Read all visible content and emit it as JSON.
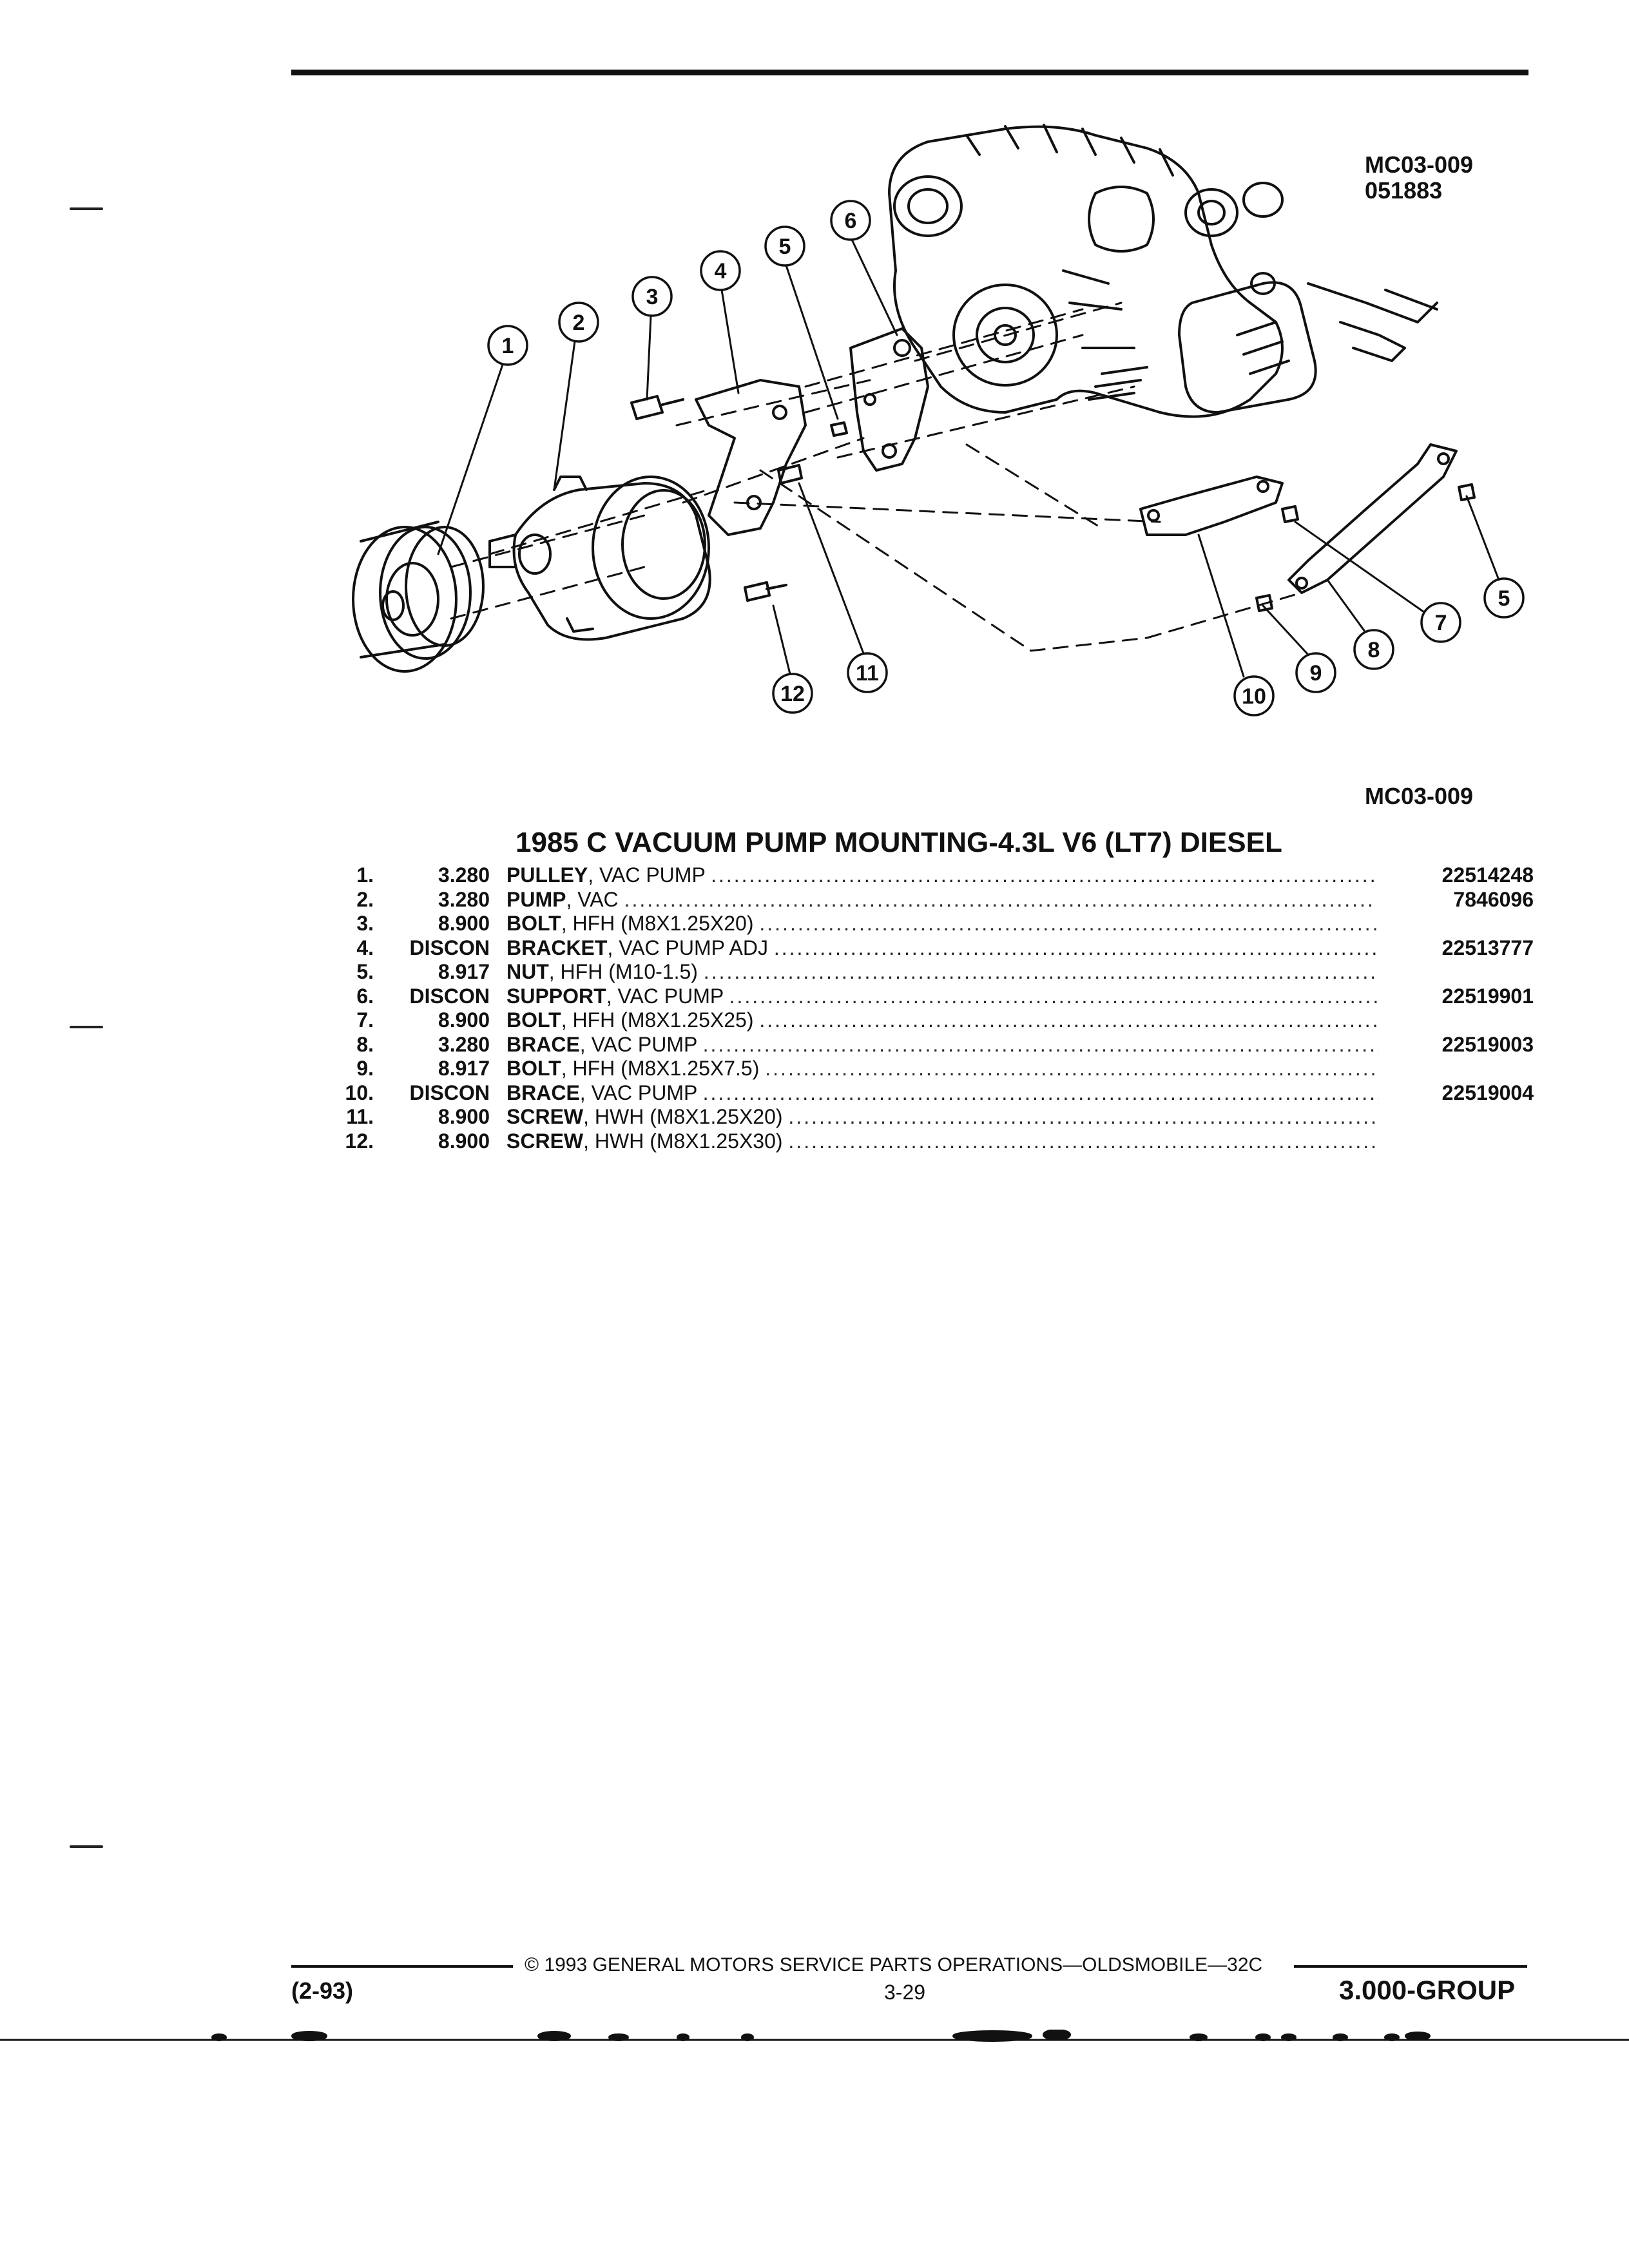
{
  "figure": {
    "ref_code": "MC03-009",
    "ref_date": "051883",
    "caption_code": "MC03-009",
    "callouts": [
      "1",
      "2",
      "3",
      "4",
      "5",
      "6",
      "7",
      "8",
      "9",
      "10",
      "11",
      "12"
    ]
  },
  "title": "1985 C VACUUM PUMP MOUNTING-4.3L V6 (LT7) DIESEL",
  "parts": [
    {
      "num": "1.",
      "code": "3.280",
      "name": "PULLEY",
      "spec": ", VAC PUMP",
      "part_no": "22514248"
    },
    {
      "num": "2.",
      "code": "3.280",
      "name": "PUMP",
      "spec": ", VAC",
      "part_no": "7846096"
    },
    {
      "num": "3.",
      "code": "8.900",
      "name": "BOLT",
      "spec": ", HFH (M8X1.25X20)",
      "part_no": ""
    },
    {
      "num": "4.",
      "code": "DISCON",
      "name": "BRACKET",
      "spec": ", VAC PUMP ADJ",
      "part_no": "22513777"
    },
    {
      "num": "5.",
      "code": "8.917",
      "name": "NUT",
      "spec": ", HFH (M10-1.5)",
      "part_no": ""
    },
    {
      "num": "6.",
      "code": "DISCON",
      "name": "SUPPORT",
      "spec": ", VAC PUMP",
      "part_no": "22519901"
    },
    {
      "num": "7.",
      "code": "8.900",
      "name": "BOLT",
      "spec": ", HFH (M8X1.25X25)",
      "part_no": ""
    },
    {
      "num": "8.",
      "code": "3.280",
      "name": "BRACE",
      "spec": ", VAC PUMP",
      "part_no": "22519003"
    },
    {
      "num": "9.",
      "code": "8.917",
      "name": "BOLT",
      "spec": ", HFH (M8X1.25X7.5)",
      "part_no": ""
    },
    {
      "num": "10.",
      "code": "DISCON",
      "name": "BRACE",
      "spec": ", VAC PUMP",
      "part_no": "22519004"
    },
    {
      "num": "11.",
      "code": "8.900",
      "name": "SCREW",
      "spec": ", HWH (M8X1.25X20)",
      "part_no": ""
    },
    {
      "num": "12.",
      "code": "8.900",
      "name": "SCREW",
      "spec": ", HWH (M8X1.25X30)",
      "part_no": ""
    }
  ],
  "footer": {
    "copyright": "© 1993 GENERAL MOTORS SERVICE PARTS OPERATIONS—OLDSMOBILE—32C",
    "page": "3-29",
    "date_code": "(2-93)",
    "group": "3.000-GROUP"
  }
}
